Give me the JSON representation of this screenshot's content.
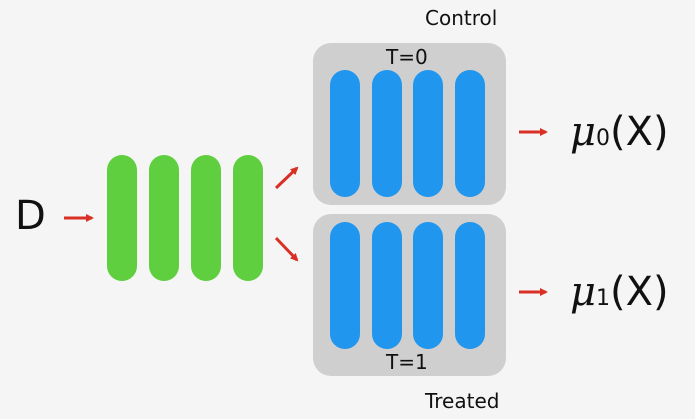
{
  "colors": {
    "background": "#f5f5f5",
    "input_layer": "#5fcf40",
    "head_layer": "#2196ee",
    "head_box": "#cfcfcf",
    "arrow": "#d93025",
    "text": "#111111"
  },
  "input": {
    "label": "D"
  },
  "shared_layers": {
    "count": 4
  },
  "heads": [
    {
      "group_label": "Control",
      "treatment_label": "T=0",
      "layer_count": 4,
      "output": {
        "symbol": "μ",
        "subscript": "0",
        "argument": "(X)"
      }
    },
    {
      "group_label": "Treated",
      "treatment_label": "T=1",
      "layer_count": 4,
      "output": {
        "symbol": "μ",
        "subscript": "1",
        "argument": "(X)"
      }
    }
  ]
}
